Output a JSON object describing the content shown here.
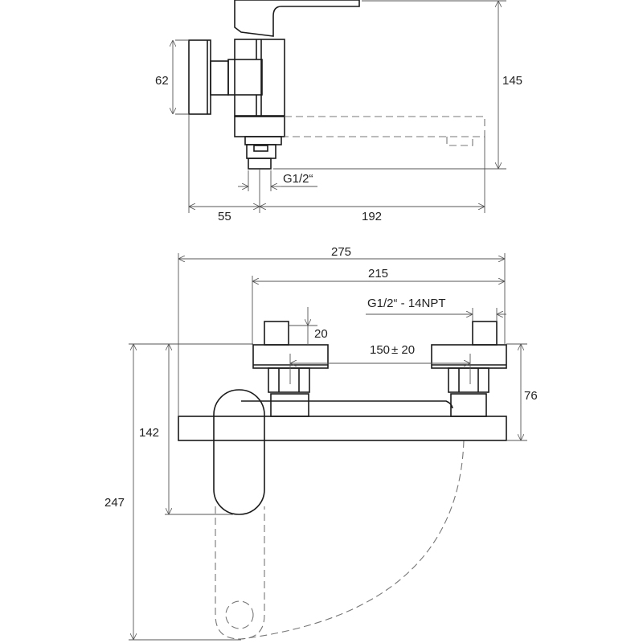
{
  "side_view": {
    "dim_height_flange": "62",
    "dim_total_height": "145",
    "dim_thread": "G1/2“",
    "dim_wall_to_axis": "55",
    "dim_spout_reach": "192"
  },
  "front_view": {
    "dim_total_width": "275",
    "dim_body_width": "215",
    "dim_connection_thread": "G1/2“ - 14NPT",
    "dim_inlet_length": "20",
    "dim_centers": "150",
    "dim_centers_tolerance": "± 20",
    "dim_body_height": "76",
    "dim_handle_height": "142",
    "dim_total_height": "247"
  }
}
